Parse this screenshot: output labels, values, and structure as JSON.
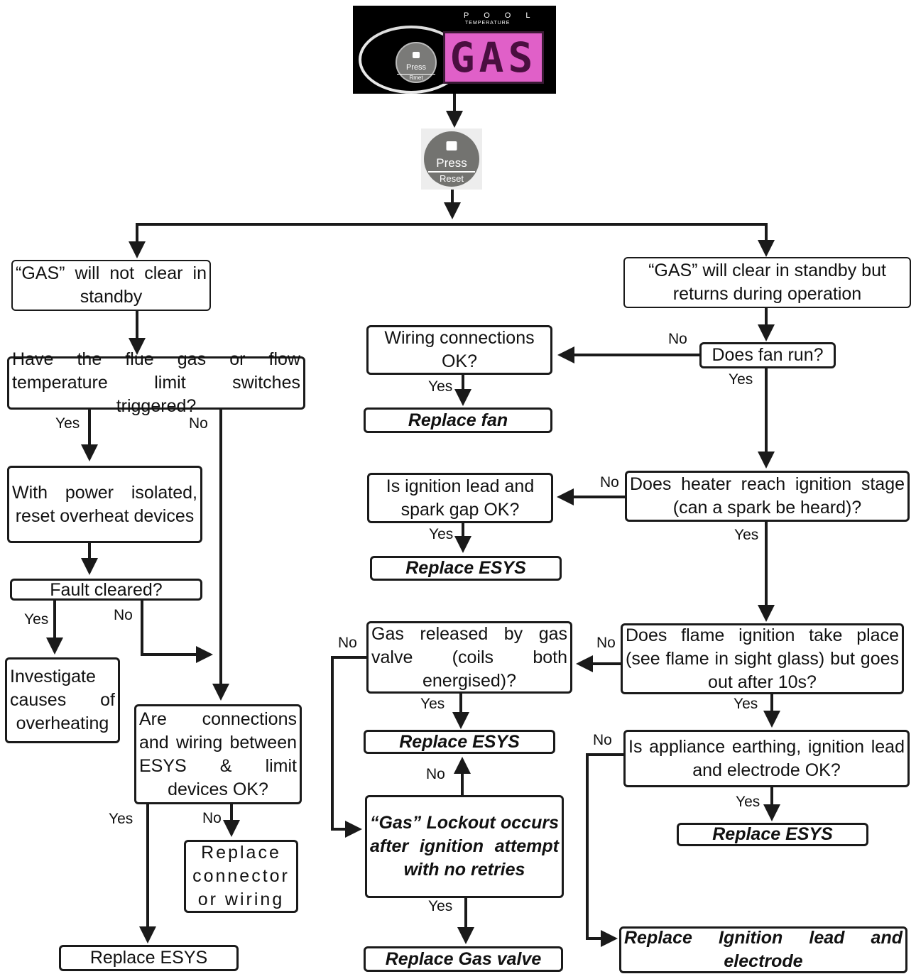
{
  "display": {
    "header": "P O O L",
    "subheader": "TEMPERATURE",
    "lcd_text": "GAS",
    "mini_button": {
      "line1": "Press",
      "line2": "Rmet"
    }
  },
  "reset_button": {
    "line1": "Press",
    "line2": "Reset"
  },
  "left": {
    "gas_not_clear": "“GAS” will not clear in standby",
    "limit_switches": "Have the flue gas or flow temperature limit switches triggered?",
    "reset_overheat": "With power isolated, reset overheat devices",
    "fault_cleared": "Fault cleared?",
    "investigate": "Investigate causes of overheating",
    "connections": "Are connections and wiring between ESYS & limit devices OK?",
    "replace_connector": "Replace connector or wiring",
    "replace_esys": "Replace ESYS"
  },
  "right": {
    "gas_returns": "“GAS” will clear in standby but returns during operation",
    "fan_run": "Does fan run?",
    "wiring_ok": "Wiring connections OK?",
    "replace_fan": "Replace fan",
    "ignition_stage": "Does heater reach ignition stage (can a spark be heard)?",
    "ignition_lead": "Is ignition lead and spark gap OK?",
    "replace_esys_1": "Replace ESYS",
    "flame_ignition": "Does flame ignition take place (see flame in sight glass) but goes out after 10s?",
    "gas_released": "Gas released by gas valve (coils both energised)?",
    "replace_esys_2": "Replace ESYS",
    "lockout": "“Gas” Lockout occurs after ignition attempt with no retries",
    "replace_gas_valve": "Replace Gas valve",
    "earthing": "Is appliance earthing, ignition lead and electrode OK?",
    "replace_esys_3": "Replace ESYS",
    "replace_ignition_lead": "Replace Ignition lead and electrode"
  },
  "labels": {
    "yes": "Yes",
    "no": "No"
  }
}
